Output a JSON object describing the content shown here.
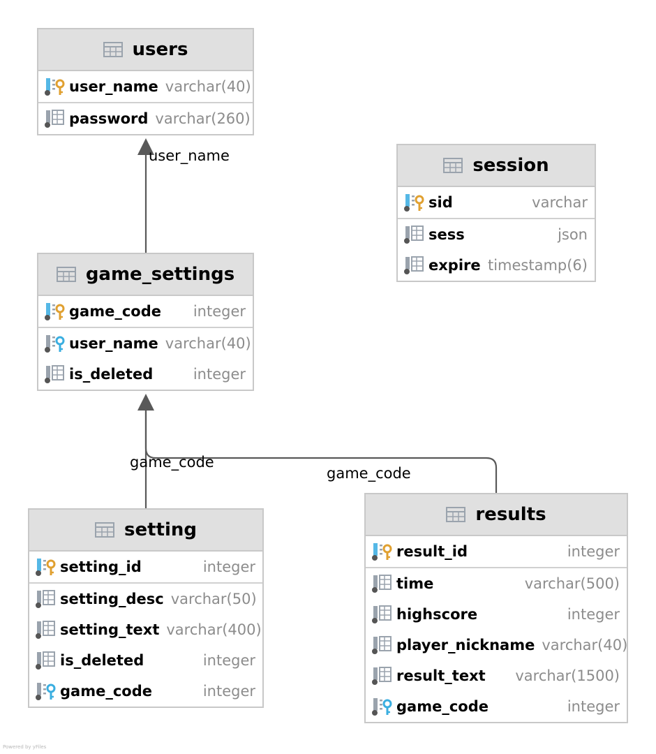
{
  "tables": {
    "users": {
      "name": "users",
      "pk": [
        {
          "name": "user_name",
          "type": "varchar(40)",
          "icon": "primary-key-icon"
        }
      ],
      "cols": [
        {
          "name": "password",
          "type": "varchar(260)",
          "icon": "column-icon"
        }
      ]
    },
    "session": {
      "name": "session",
      "pk": [
        {
          "name": "sid",
          "type": "varchar",
          "icon": "primary-key-icon"
        }
      ],
      "cols": [
        {
          "name": "sess",
          "type": "json",
          "icon": "column-icon"
        },
        {
          "name": "expire",
          "type": "timestamp(6)",
          "icon": "column-icon"
        }
      ]
    },
    "game_settings": {
      "name": "game_settings",
      "pk": [
        {
          "name": "game_code",
          "type": "integer",
          "icon": "primary-key-icon"
        }
      ],
      "cols": [
        {
          "name": "user_name",
          "type": "varchar(40)",
          "icon": "foreign-key-icon"
        },
        {
          "name": "is_deleted",
          "type": "integer",
          "icon": "column-icon"
        }
      ]
    },
    "setting": {
      "name": "setting",
      "pk": [
        {
          "name": "setting_id",
          "type": "integer",
          "icon": "primary-key-icon"
        }
      ],
      "cols": [
        {
          "name": "setting_desc",
          "type": "varchar(50)",
          "icon": "column-icon"
        },
        {
          "name": "setting_text",
          "type": "varchar(400)",
          "icon": "column-icon"
        },
        {
          "name": "is_deleted",
          "type": "integer",
          "icon": "column-icon"
        },
        {
          "name": "game_code",
          "type": "integer",
          "icon": "foreign-key-icon"
        }
      ]
    },
    "results": {
      "name": "results",
      "pk": [
        {
          "name": "result_id",
          "type": "integer",
          "icon": "primary-key-icon"
        }
      ],
      "cols": [
        {
          "name": "time",
          "type": "varchar(500)",
          "icon": "column-icon"
        },
        {
          "name": "highscore",
          "type": "integer",
          "icon": "column-icon"
        },
        {
          "name": "player_nickname",
          "type": "varchar(40)",
          "icon": "column-icon"
        },
        {
          "name": "result_text",
          "type": "varchar(1500)",
          "icon": "column-icon"
        },
        {
          "name": "game_code",
          "type": "integer",
          "icon": "foreign-key-icon"
        }
      ]
    }
  },
  "relations": {
    "game_settings_users": "user_name",
    "setting_game_settings": "game_code",
    "results_game_settings": "game_code"
  },
  "footer": "Powered by yFiles",
  "colors": {
    "header_bg": "#e0e0e0",
    "border": "#c8c8c8",
    "type_text": "#8c8c8c",
    "edge": "#595959",
    "pk_key": "#e0a030",
    "fk_key": "#3aaee0",
    "column_bar": "#55b8e6"
  }
}
